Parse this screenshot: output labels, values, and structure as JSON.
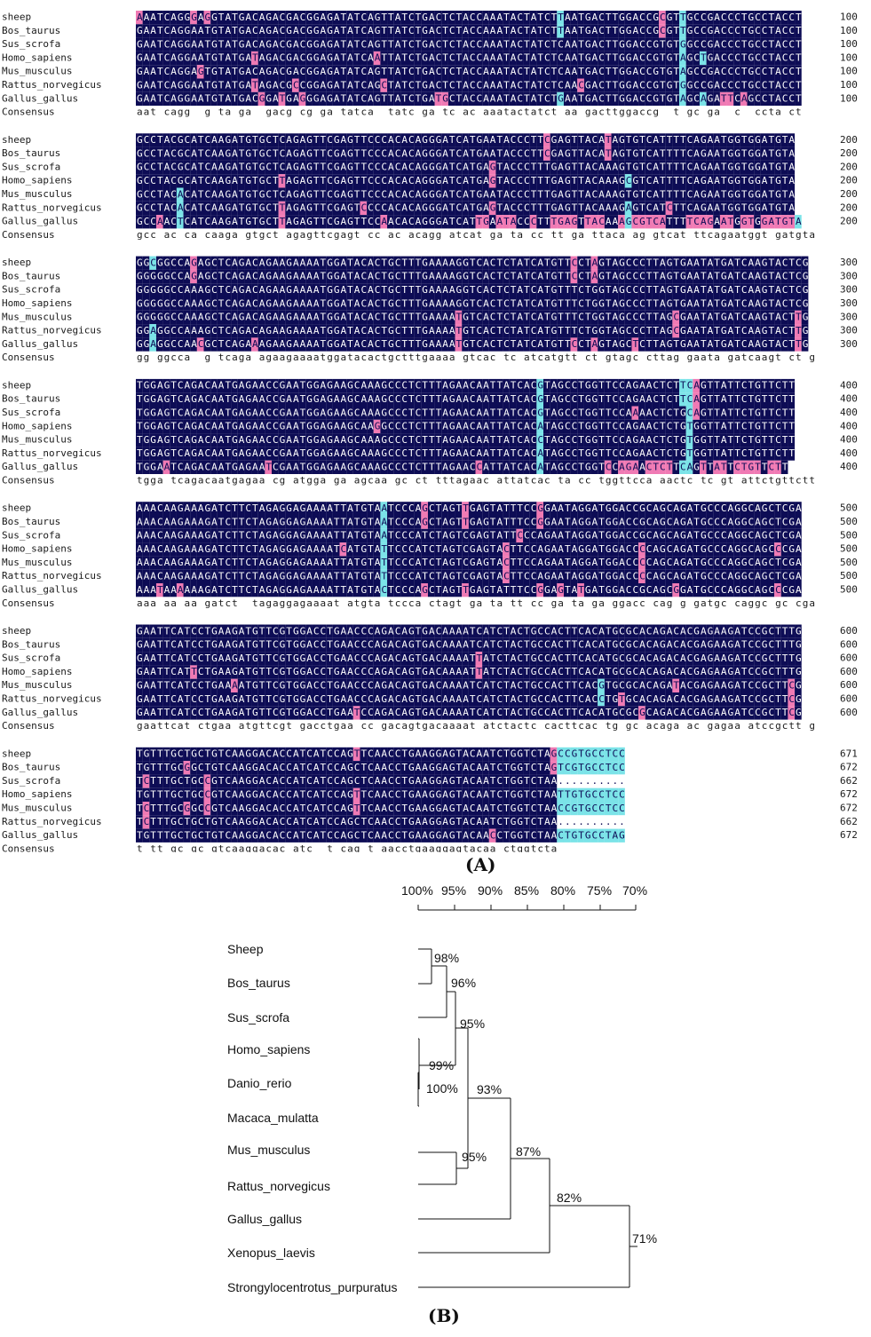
{
  "panel_a": {
    "label": "(A)",
    "consensus_label": "Consensus",
    "species": [
      "sheep",
      "Bos_taurus",
      "Sus_scrofa",
      "Homo_sapiens",
      "Mus_musculus",
      "Rattus_norvegicus",
      "Gallus_gallus"
    ],
    "colors": {
      "identical": "#0d0c55",
      "variant_pink": "#f07ab4",
      "variant_cyan": "#7be3e8",
      "gap": "#ffffff",
      "text_light": "#ffffff",
      "text_dark": "#0d0c55"
    },
    "blocks": [
      {
        "end_positions": [
          "100",
          "100",
          "100",
          "100",
          "100",
          "100",
          "100"
        ],
        "rows": [
          "AAATCAGGGAGGTATGACAGACGACGGAGATATCAGTTATCTGACTCTACCAAATACTATCTTAATGACTTGGACCGCGTTGCCGACCCTGCCTACCT",
          "GAATCAGGAATGTATGACAGACGACGGAGATATCAGTTATCTGACTCTACCAAATACTATCTTAATGACTTGGACCGCGTTGCCGACCCTGCCTACCT",
          "GAATCAGGAATGTATGACAGACGACGGAGATATCAGTTATCTGACTCTACCAAATACTATCTCAATGACTTGGACCGTGTGGCCGACCCTGCCTACCT",
          "GAATCAGGAATGTATGATAGACGACGGAGATATCAATTATCTGACTCTACCAAATACTATCTCAATGACTTGGACCGTGTAGCTGACCCTGCCTACCT",
          "GAATCAGGAGTGTATGACAGACGACGGAGATATCAGTTATCTGACTCTACCAAATACTATCTCAATGACTTGGACCGTGTAGCCGACCCTGCCTACCT",
          "GAATCAGGAATGTATGATAGACGCCGGAGATATCAGCTATCTGACTCTACCAAATACTATCTCAACGACTTGGACCGTGTGGCCGACCCTGCCTACCT",
          "GAATCAGGAATGTATGACGGATGAGGGAGATATCAGTTATCTGATGCTACCAAATACTATCTGAATGACTTGGACCGTGTAGCAGATTCAGCCTACCT"
        ],
        "consensus": "aat cagg  g ta ga  gacg cg ga tatca  tatc ga tc ac aaatactatct aa gacttggaccg  t gc ga  c  ccta ct"
      },
      {
        "end_positions": [
          "200",
          "200",
          "200",
          "200",
          "200",
          "200",
          "200"
        ],
        "rows": [
          "GCCTACGCATCAAGATGTGCTCAGAGTTCGAGTTCCCACACAGGGATCATGAATACCCTTCGAGTTACATAGTGTCATTTTCAGAATGGTGGATGTA",
          "GCCTACGCATCAAGATGTGCTCAGAGTTCGAGTTCCCACACAGGGATCATGAATACCCTTCGAGTTACATAGTGTCATTTTCAGAATGGTGGATGTA",
          "GCCTACGCATCAAGATGTGCTCAGAGTTCGAGTTCCCACACAGGGATCATGAGTACCCTTTGAGTTACAAAGTGTCATTTTCAGAATGGTGGATGTA",
          "GCCTACGCATCAAGATGTGCTTAGAGTTCGAGTTCCCACACAGGGATCATGAGTACCCTTTGAGTTACAAAGCGTCATTTTCAGAATGGTGGATGTA",
          "GCCTACACATCAAGATGTGCTCAGAGTTCGAGTTCCCACACAGGGATCATGAATACCCTTTGAGTTACAAAGTGTCATTTTCAGAATGGTGGATGTA",
          "GCCTACACATCAAGATGTGCTTAGAGTTCGAGTCCCCACACAGGGATCATGAGTACCCTTTGAGTTACAAAGAGTCATCTTCAGAATGGTGGATGTA",
          "GCCAACTCATCAAGATGTGCTTAGAGTTCGAGTTCCAACACAGGGATCATTGAATACCCTTTGAGTTACAAAGCGTCATTTTCAGAATGGTGGATGTA"
        ],
        "consensus": "gcc ac ca caaga gtgct agagttcgagt cc ac acagg atcat ga ta cc tt ga ttaca ag gtcat ttcagaatggt gatgta"
      },
      {
        "end_positions": [
          "300",
          "300",
          "300",
          "300",
          "300",
          "300",
          "300"
        ],
        "rows": [
          "GGCGGCCAGAGCTCAGACAGAAGAAAATGGATACACTGCTTTGAAAAGGTCACTCTATCATGTTCCTAGTAGCCCTTAGTGAATATGATCAAGTACTCG",
          "GGGGGCCAGAGCTCAGACAGAAGAAAATGGATACACTGCTTTGAAAAGGTCACTCTATCATGTTCCTAGTAGCCCTTAGTGAATATGATCAAGTACTCG",
          "GGGGGCCAAAGCTCAGACAGAAGAAAATGGATACACTGCTTTGAAAAGGTCACTCTATCATGTTTCTGGTAGCCCTTAGTGAATATGATCAAGTACTCG",
          "GGGGGCCAAAGCTCAGACAGAAGAAAATGGATACACTGCTTTGAAAAGGTCACTCTATCATGTTTCTGGTAGCCCTTAGTGAATATGATCAAGTACTCG",
          "GGGGGCCAAAGCTCAGACAGAAGAAAATGGATACACTGCTTTGAAAATGTCACTCTATCATGTTTCTGGTAGCCCTTAGCGAATATGATCAAGTACTTG",
          "GGAGGCCAAAGCTCAGACAGAAGAAAATGGATACACTGCTTTGAAAATGTCACTCTATCATGTTTCTGGTAGCCCTTAGCGAATATGATCAAGTACTTG",
          "GGAGGCCAACGCTCAGAAAGAAGAAAATGGATACACTGCTTTGAAAATGTCACTCTATCATGTTCCTAGTAGCTCTTAGTGAATATGATCAAGTACTTG"
        ],
        "consensus": "gg ggcca  g tcaga agaagaaaatggatacactgctttgaaaa gtcac tc atcatgtt ct gtagc cttag gaata gatcaagt ct g"
      },
      {
        "end_positions": [
          "400",
          "400",
          "400",
          "400",
          "400",
          "400",
          "400"
        ],
        "rows": [
          "TGGAGTCAGACAATGAGAACCGAATGGAGAAGCAAAGCCCTCTTTAGAACAATTATCACGTAGCCTGGTTCCAGAACTCTTCAGTTATTCTGTTCTT",
          "TGGAGTCAGACAATGAGAACCGAATGGAGAAGCAAAGCCCTCTTTAGAACAATTATCACGTAGCCTGGTTCCAGAACTCTTCAGTTATTCTGTTCTT",
          "TGGAGTCAGACAATGAGAACCGAATGGAGAAGCAAAGCCCTCTTTAGAACAATTATCACGTAGCCTGGTTCCAAAACTCTGCAGTTATTCTGTTCTT",
          "TGGAGTCAGACAATGAGAACCGAATGGAGAAGCAAGGCCCTCTTTAGAACAATTATCACATAGCCTGGTTCCAGAACTCTGTGGTTATTCTGTTCTT",
          "TGGAGTCAGACAATGAGAACCGAATGGAGAAGCAAAGCCCTCTTTAGAACAATTATCACCTAGCCTGGTTCCAGAACTCTGTGGTTATTCTGTTCTT",
          "TGGAGTCAGACAATGAGAACCGAATGGAGAAGCAAAGCCCTCTTTAGAACAATTATCACATAGCCTGGTTCCAGAACTCTGTGGTTATTCTGTTCTT",
          "TGGAATCAGACAATGAGAATCGAATGGAGAAGCAAAGCCCTCTTTAGAACCATTATCACATAGCCTGGTCCAGAACTCTTCAGTTATTCTGTTCTT"
        ],
        "consensus": "tgga tcagacaatgagaa cg atgga ga agcaa gc ct tttagaac attatcac ta cc tggttcca aactc tc gt attctgttctt"
      },
      {
        "end_positions": [
          "500",
          "500",
          "500",
          "500",
          "500",
          "500",
          "500"
        ],
        "rows": [
          "AAACAAGAAAGATCTTCTAGAGGAGAAAATTATGTAATCCCAGCTAGTTGAGTATTTCCGGAATAGGATGGACCGCAGCAGATGCCCAGGCAGCTCGA",
          "AAACAAGAAAGATCTTCTAGAGGAGAAAATTATGTAATCCCAGCTAGTTGAGTATTTCCGGAATAGGATGGACCGCAGCAGATGCCCAGGCAGCTCGA",
          "AAACAAGAAAGATCTTCTAGAGGAGAAAATTATGTAATCCCATCTAGTCGAGTATTCCCAGAATAGGATGGACCGCAGCAGATGCCCAGGCAGCTCGA",
          "AAACAAGAAAGATCTTCTAGAGGAGAAAATCATGTATTCCCATCTAGTCGAGTACTTCCAGAATAGGATGGACCCCAGCAGATGCCCAGGCAGCCCGA",
          "AAACAAGAAAGATCTTCTAGAGGAGAAAATTATGTATTCCCATCTAGTCGAGTACTTCCAGAATAGGATGGACCCCAGCAGATGCCCAGGCAGCTCGA",
          "AAACAAGAAAGATCTTCTAGAGGAGAAAATTATGTATTCCCATCTAGTCGAGTACTTCCAGAATAGGATGGACCCCAGCAGATGCCCAGGCAGCTCGA",
          "AAATAAAAAAGATCTTCTAGAGGAGAAAATTATGTACTCCCAGCTAGTTGAGTATTTCCGGAGTATGATGGACCGCAGCGGATGCCCAGGCAGCCCGA"
        ],
        "consensus": "aaa aa aa gatct  tagaggagaaaat atgta tccca ctagt ga ta tt cc ga ta ga ggacc cag g gatgc caggc gc cga"
      },
      {
        "end_positions": [
          "600",
          "600",
          "600",
          "600",
          "600",
          "600",
          "600"
        ],
        "rows": [
          "GAATTCATCCTGAAGATGTTCGTGGACCTGAACCCAGACAGTGACAAAATCATCTACTGCCACTTCACATGCGCACAGACACGAGAAGATCCGCTTTG",
          "GAATTCATCCTGAAGATGTTCGTGGACCTGAACCCAGACAGTGACAAAATCATCTACTGCCACTTCACATGCGCACAGACACGAGAAGATCCGCTTTG",
          "GAATTCATCCTGAAGATGTTCGTGGACCTGAACCCAGACAGTGACAAAATTATCTACTGCCACTTCACATGCGCACAGACACGAGAAGATCCGCTTTG",
          "GAATTCATTCTGAAGATGTTCGTGGACCTGAACCCAGACAGTGACAAAATTATCTACTGCCACTTCACATGCGCACAGACACGAGAAGATCCGCTTTG",
          "GAATTCATCCTGAAAATGTTCGTGGACCTGAACCCAGACAGTGACAAAATCATCTACTGCCACTTCACGTGCGCACAGATACGAGAAGATCCGCTTCG",
          "GAATTCATCCTGAAGATGTTCGTGGACCTGAACCCAGACAGTGACAAAATCATCTACTGCCACTTCACCTGTGCACAGACACGAGAAGATCCGCTTCG",
          "GAATTCATCCTGAAGATGTTCGTGGACCTGAATCCAGACAGTGACAAAATCATCTACTGCCACTTCACATGCGCGCAGACACGAGAAGATCCGCTTCG"
        ],
        "consensus": "gaattcat ctgaa atgttcgt gacctgaa cc gacagtgacaaaat atctactc cacttcac tg gc acaga ac gagaa atccgctt g"
      },
      {
        "end_positions": [
          "671",
          "672",
          "662",
          "672",
          "672",
          "662",
          "672"
        ],
        "rows": [
          "TGTTTGCTGCTGTCAAGGACACCATCATCCAGTTCAACCTGAAGGAGTACAATCTGGTCTAGCCGTGCCTCC",
          "TGTTTGCGGCTGTCAAGGACACCATCATCCAGCTCAACCTGAAGGAGTACAATCTGGTCTAGTCGTGCCTCC",
          "TCTTTGCTGCCGTCAAGGACACCATCATCCAGCTCAACCTGAAGGAGTACAATCTGGTCTAA..........",
          "TGTTTGCTGCCGTCAAGGACACCATCATCCAGTTCAACCTGAAGGAGTACAATCTGGTCTAATTGTGCCTCC",
          "TCTTTGCGGCCGTCAAGGACACCATCATCCAGTTCAACCTGAAGGAGTACAATCTGGTCTAACCGTGCCTCC",
          "TCTTTGCTGCTGTCAAGGACACCATCATCCAGCTCAACCTGAAGGAGTACAATCTGGTCTAA..........",
          "TGTTTGCTGCTGTCAAGGACACCATCATCCAGCTCAACCTGAAGGAGTACAACCTGGTCTAACTGTGCCTAG"
        ],
        "consensus": "t tt gc gc gtcaaggacac atc  t cag t aacctgaaggagtacaa ctggtcta"
      }
    ]
  },
  "panel_b": {
    "label": "(B)",
    "scale_ticks": [
      "100%",
      "95%",
      "90%",
      "85%",
      "80%",
      "75%",
      "70%"
    ],
    "taxa": [
      "Sheep",
      "Bos_taurus",
      "Sus_scrofa",
      "Homo_sapiens",
      "Danio_rerio",
      "Macaca_mulatta",
      "Mus_musculus",
      "Rattus_norvegicus",
      "Gallus_gallus",
      "Xenopus_laevis",
      "Strongylocentrotus_purpuratus"
    ],
    "node_labels": [
      "98%",
      "96%",
      "95%",
      "99%",
      "100%",
      "93%",
      "95%",
      "87%",
      "82%",
      "71%"
    ]
  }
}
